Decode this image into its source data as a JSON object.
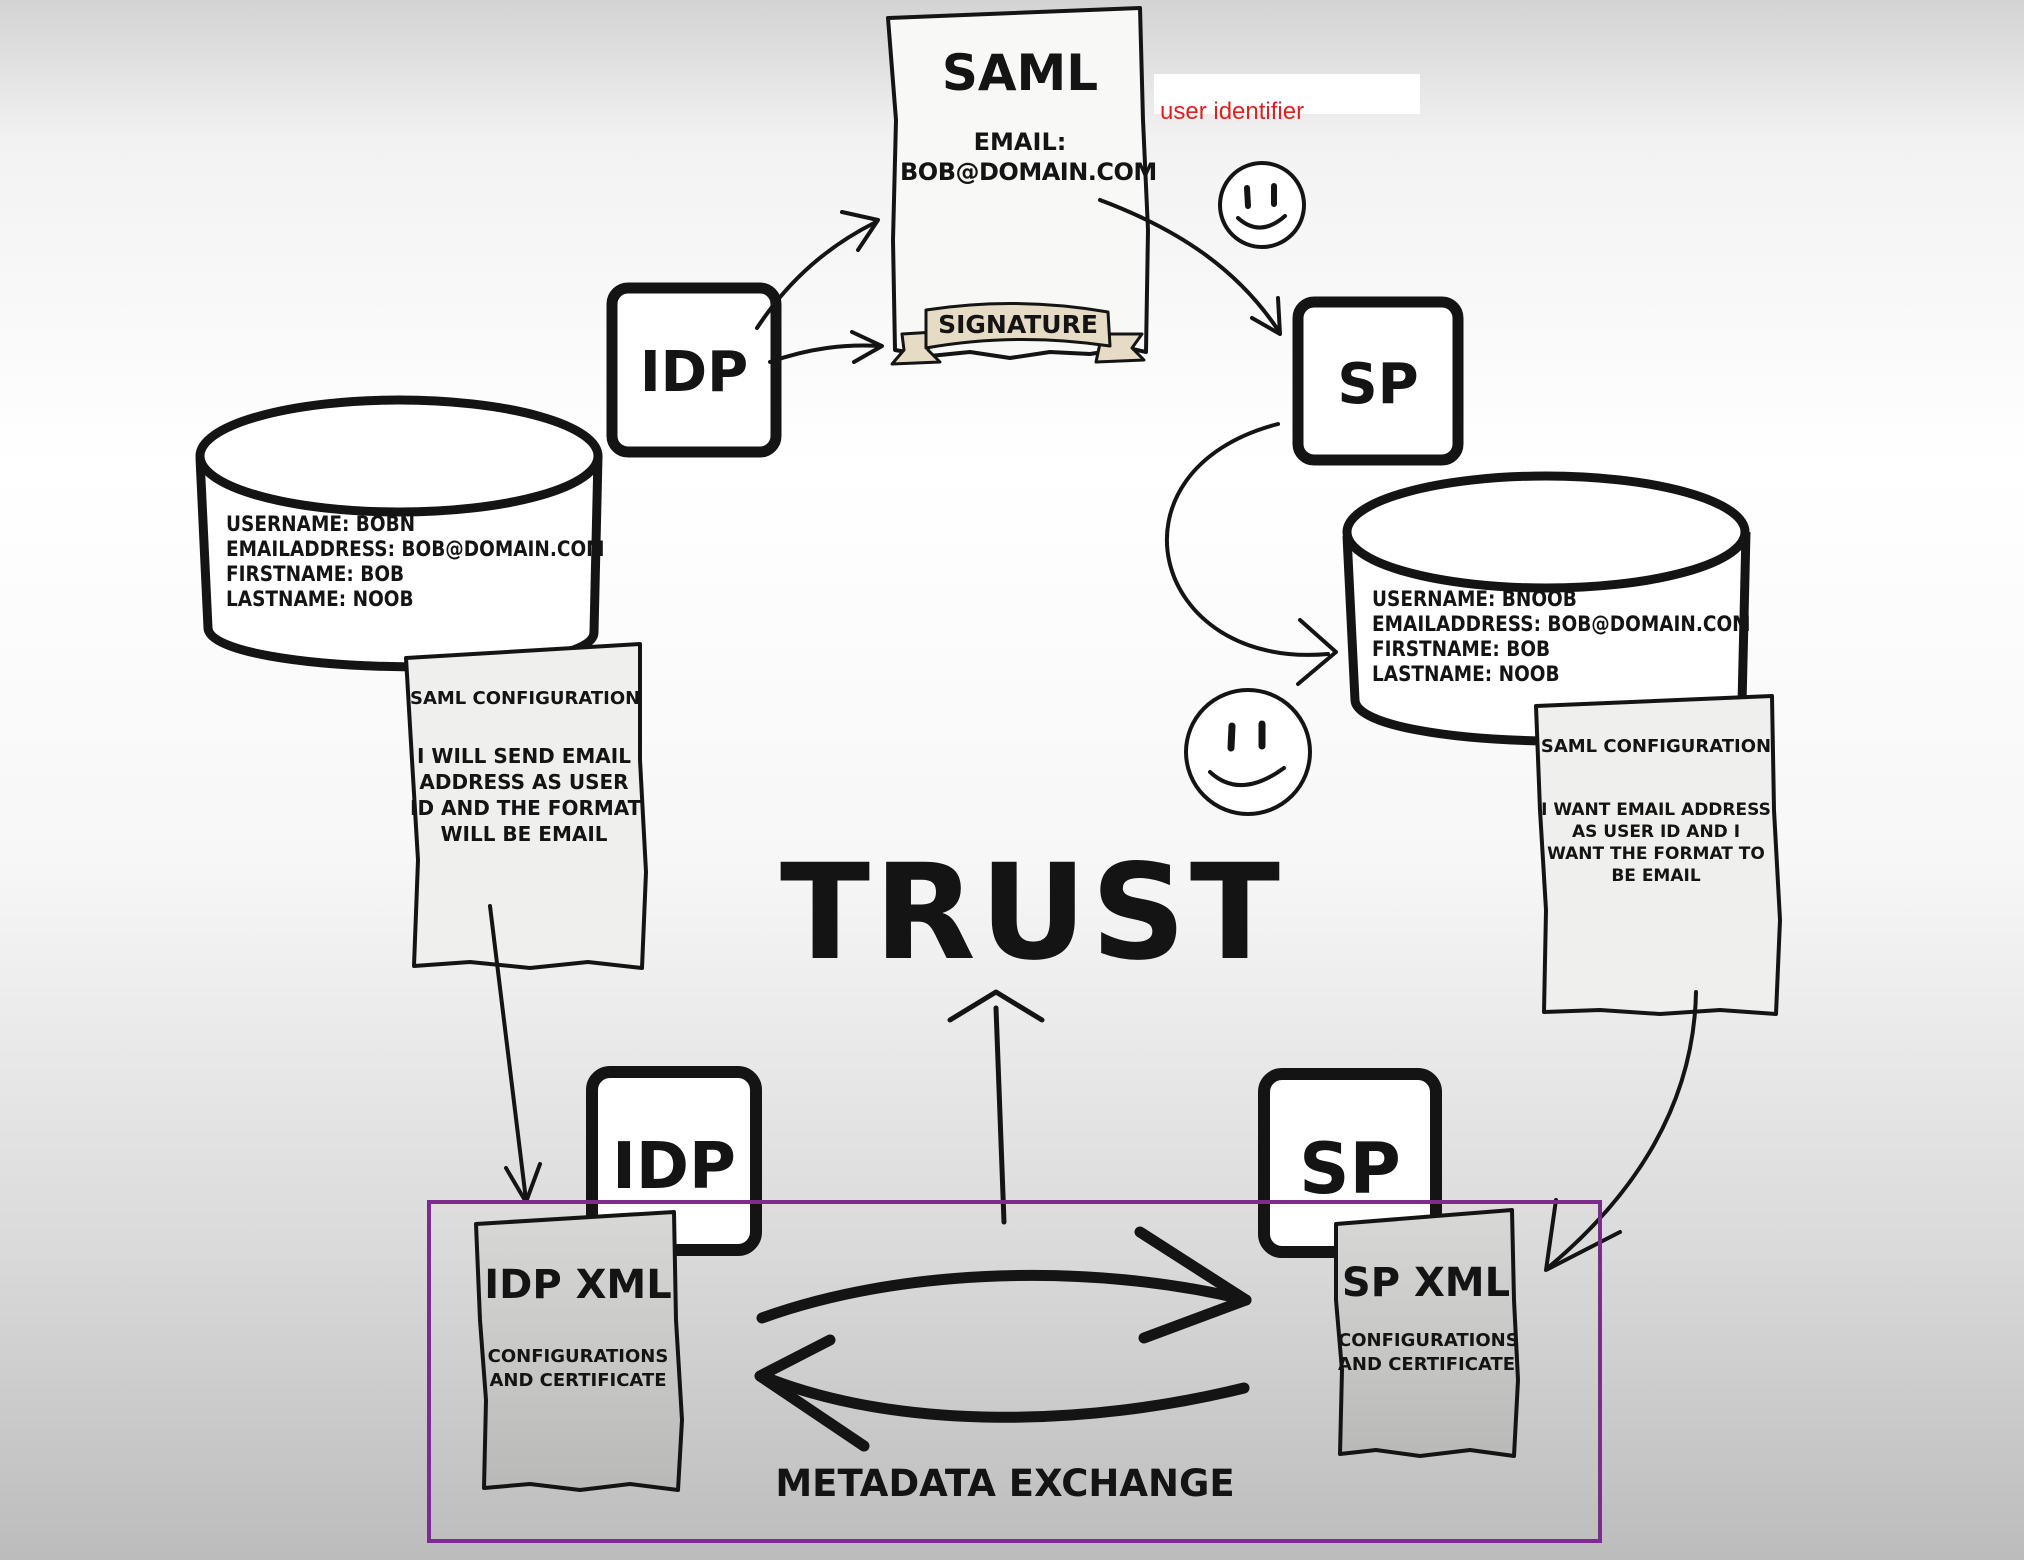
{
  "saml_doc": {
    "title": "SAML",
    "email_label": "EMAIL:",
    "email_value": "BOB@DOMAIN.COM",
    "signature": "SIGNATURE"
  },
  "annotation": {
    "user_identifier": "user identifier",
    "color": "#e02020"
  },
  "idp_top": {
    "label": "IDP"
  },
  "sp_top": {
    "label": "SP"
  },
  "idp_db": {
    "lines": [
      "USERNAME: BOBN",
      "EMAILADDRESS: BOB@DOMAIN.COM",
      "FIRSTNAME: BOB",
      "LASTNAME: NOOB"
    ]
  },
  "sp_db": {
    "lines": [
      "USERNAME: BNOOB",
      "EMAILADDRESS: BOB@DOMAIN.COM",
      "FIRSTNAME: BOB",
      "LASTNAME: NOOB"
    ]
  },
  "idp_config": {
    "title": "SAML CONFIGURATION",
    "body": [
      "I WILL SEND EMAIL",
      "ADDRESS AS USER",
      "ID AND THE FORMAT",
      "WILL BE EMAIL"
    ]
  },
  "sp_config": {
    "title": "SAML CONFIGURATION",
    "body": [
      "I WANT EMAIL ADDRESS",
      "AS USER ID AND I",
      "WANT THE FORMAT TO",
      "BE EMAIL"
    ]
  },
  "trust": {
    "label": "TRUST"
  },
  "idp_bottom": {
    "label": "IDP"
  },
  "sp_bottom": {
    "label": "SP"
  },
  "idp_xml": {
    "title": "IDP XML",
    "body": [
      "CONFIGURATIONS",
      "AND CERTIFICATE"
    ]
  },
  "sp_xml": {
    "title": "SP XML",
    "body": [
      "CONFIGURATIONS",
      "AND CERTIFICATE"
    ]
  },
  "metadata": {
    "label": "METADATA EXCHANGE"
  },
  "colors": {
    "ink": "#141414",
    "paper": "#efefee",
    "paper_dark": "#c6c6c4",
    "highlight_box": "#7b2d8e",
    "ribbon": "#e6dcc6"
  }
}
